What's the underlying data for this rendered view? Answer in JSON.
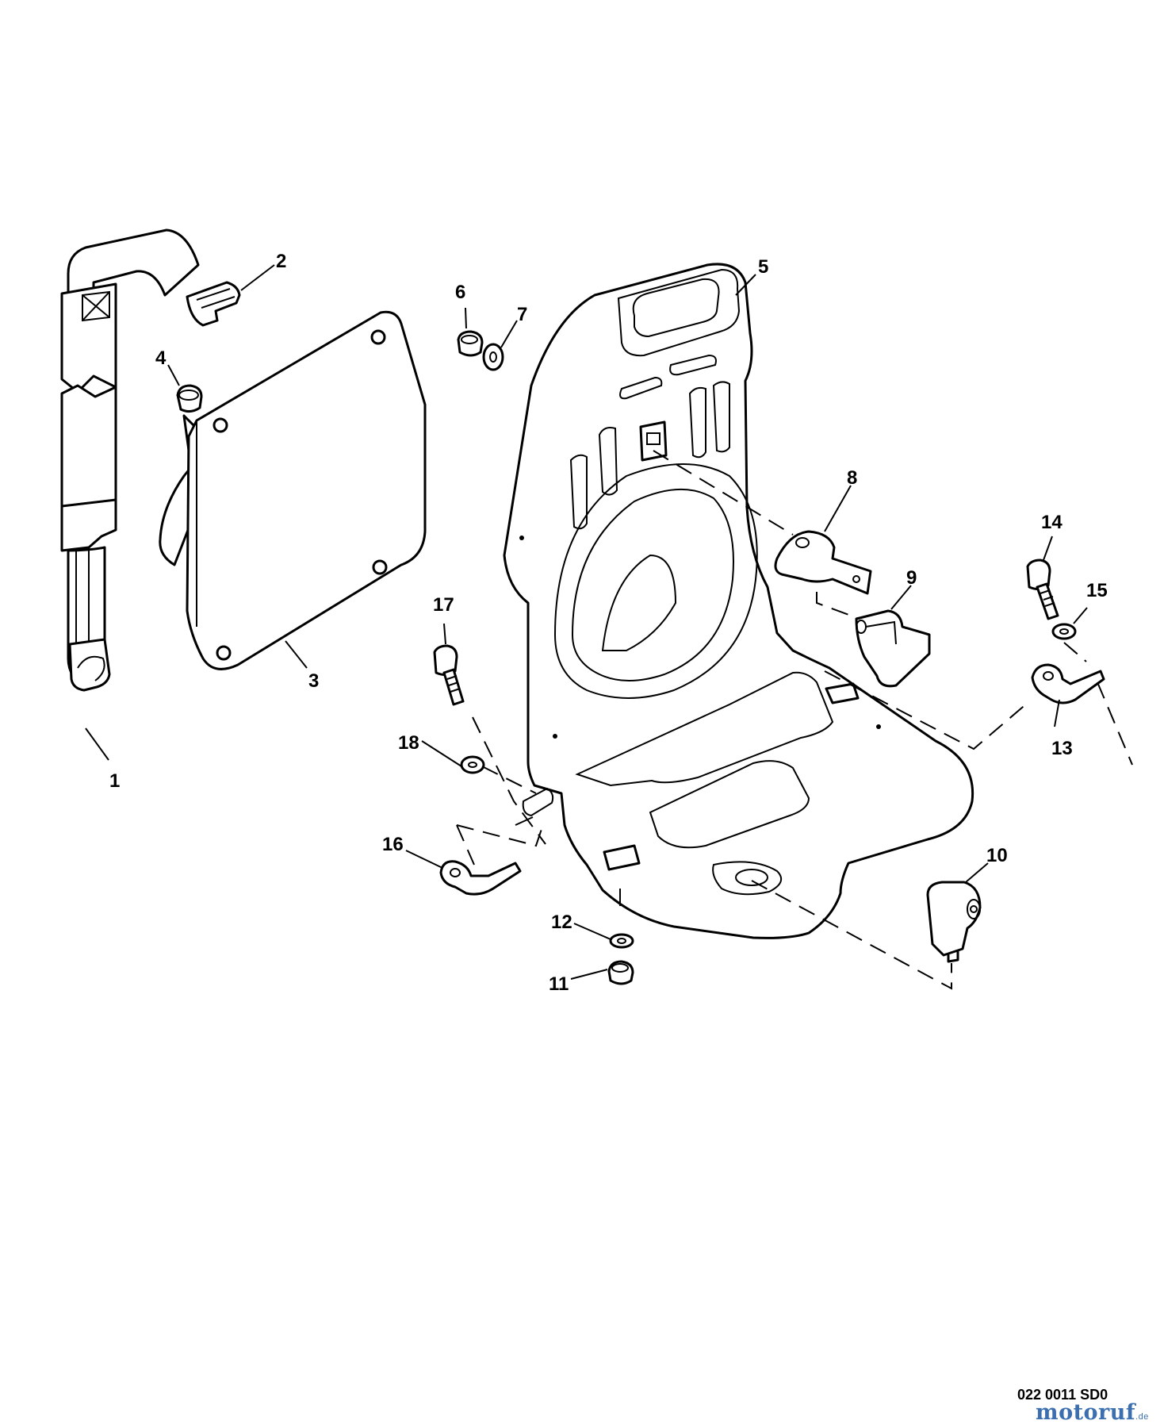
{
  "diagram": {
    "callouts": [
      {
        "id": "1",
        "label": "1"
      },
      {
        "id": "2",
        "label": "2"
      },
      {
        "id": "3",
        "label": "3"
      },
      {
        "id": "4",
        "label": "4"
      },
      {
        "id": "5",
        "label": "5"
      },
      {
        "id": "6",
        "label": "6"
      },
      {
        "id": "7",
        "label": "7"
      },
      {
        "id": "8",
        "label": "8"
      },
      {
        "id": "9",
        "label": "9"
      },
      {
        "id": "10",
        "label": "10"
      },
      {
        "id": "11",
        "label": "11"
      },
      {
        "id": "12",
        "label": "12"
      },
      {
        "id": "13",
        "label": "13"
      },
      {
        "id": "14",
        "label": "14"
      },
      {
        "id": "15",
        "label": "15"
      },
      {
        "id": "16",
        "label": "16"
      },
      {
        "id": "17",
        "label": "17"
      },
      {
        "id": "18",
        "label": "18"
      }
    ],
    "drawing_code": "022 0011 SD0",
    "watermark": {
      "text": "motoruf",
      "suffix": ".de",
      "color": "#3b6fb0"
    }
  }
}
